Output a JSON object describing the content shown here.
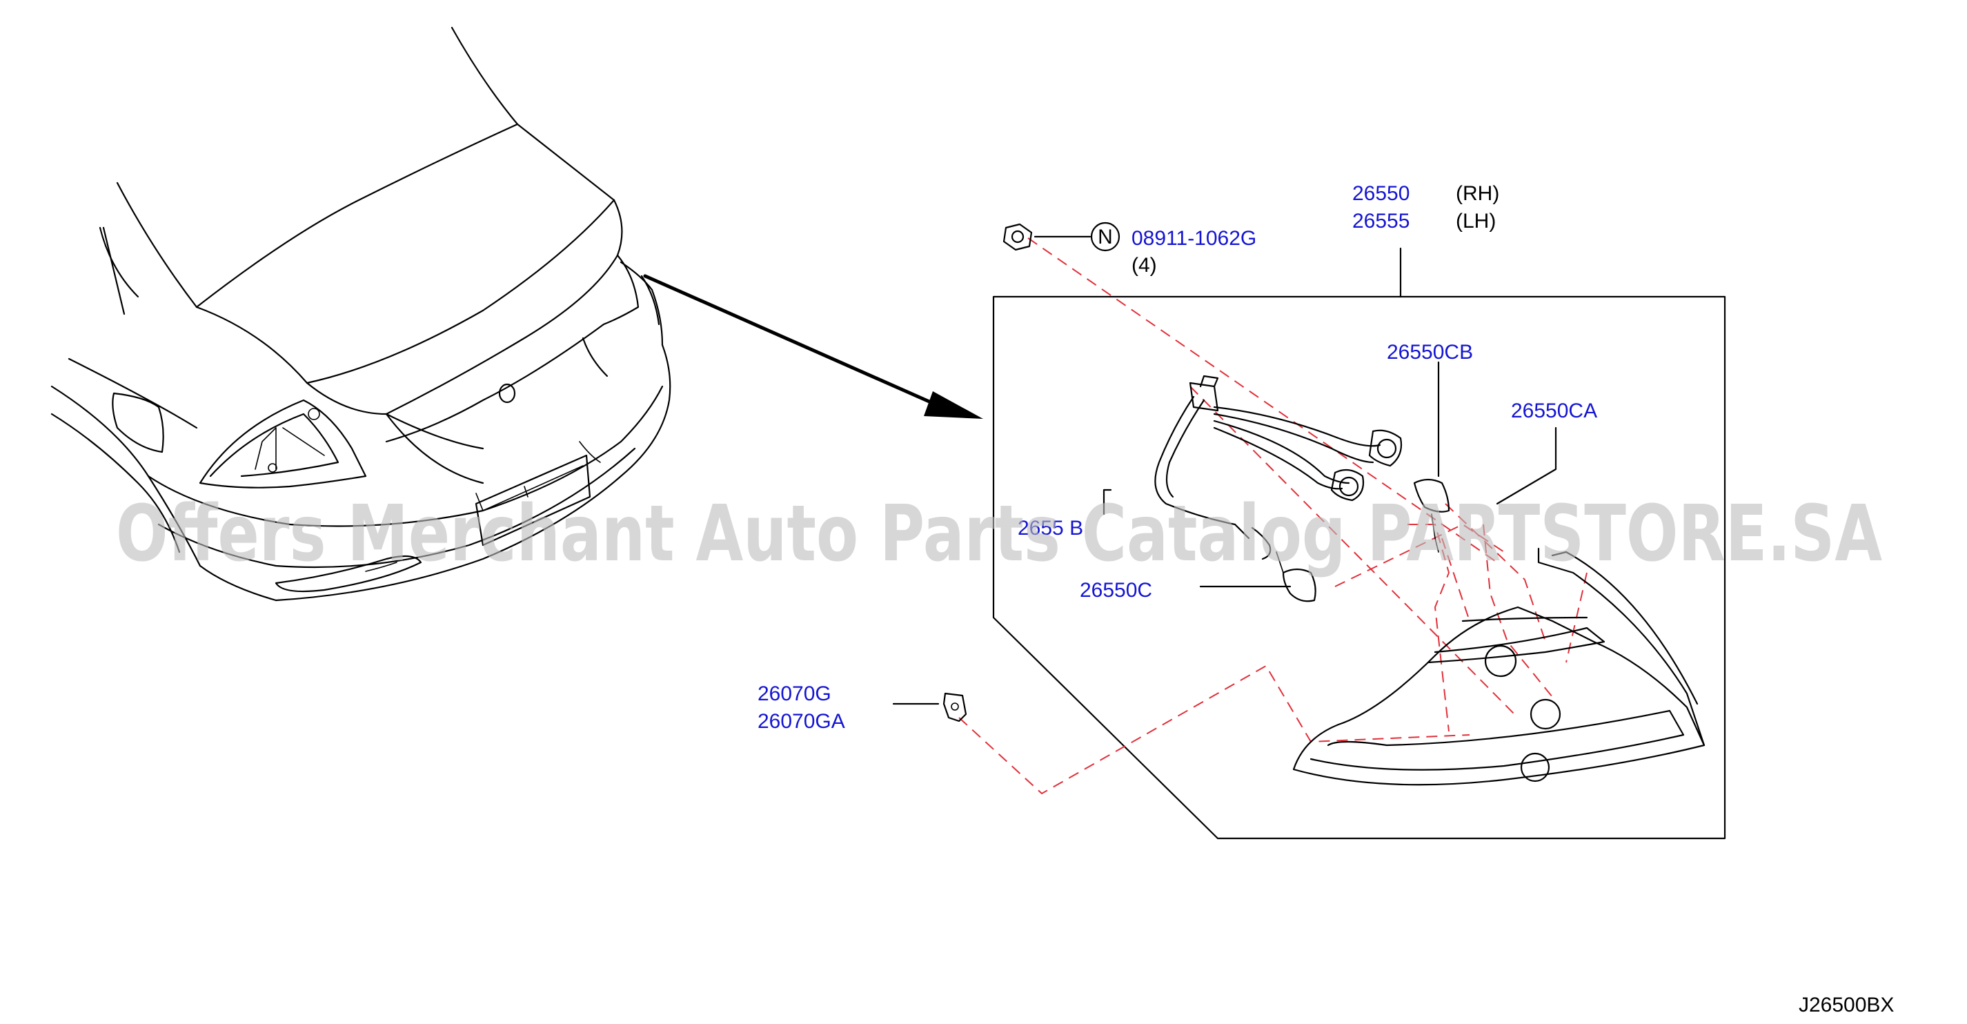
{
  "diagram_code": "J26500BX",
  "watermark": "Offers Merchant Auto Parts Catalog PARTSTORE.SA",
  "colors": {
    "part_number": "#1414d2",
    "leader": "#000000",
    "dash_line": "#e0303a",
    "watermark": "#bdbdbd"
  },
  "callouts": {
    "nut": {
      "symbol": "N",
      "part_number": "08911-1062G",
      "qty": "(4)"
    },
    "assembly_rh": {
      "part_number": "26550",
      "side": "(RH)"
    },
    "assembly_lh": {
      "part_number": "26555",
      "side": "(LH)"
    },
    "socket_cb": {
      "part_number": "26550CB"
    },
    "socket_ca": {
      "part_number": "26550CA"
    },
    "harness": {
      "part_number": "2655 B"
    },
    "bulb_c": {
      "part_number": "26550C"
    },
    "clip_g": {
      "part_number": "26070G"
    },
    "clip_ga": {
      "part_number": "26070GA"
    }
  }
}
